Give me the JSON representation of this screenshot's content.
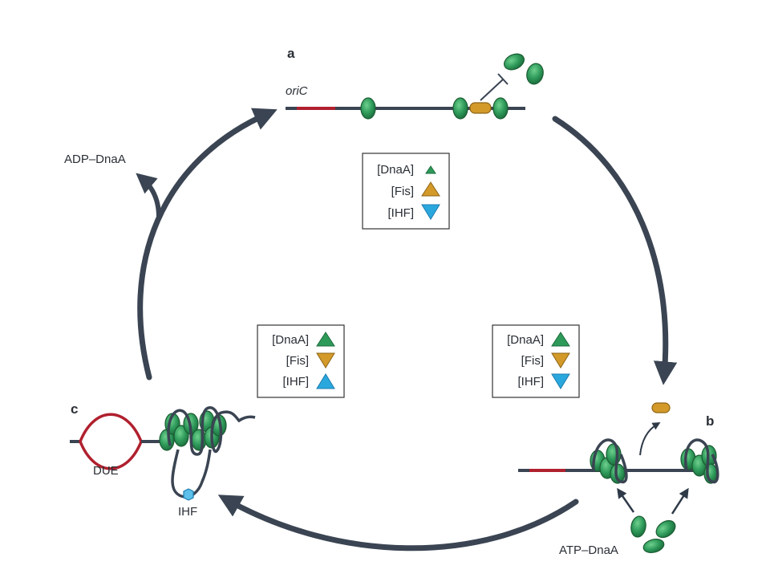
{
  "panels": {
    "a": {
      "letter": "a",
      "origin_label": "oriC"
    },
    "b": {
      "letter": "b",
      "protein_label": "ATP–DnaA"
    },
    "c": {
      "letter": "c",
      "due_label": "DUE",
      "ihf_label": "IHF"
    }
  },
  "release_label": "ADP–DnaA",
  "legends": {
    "a": {
      "rows": [
        {
          "label": "[DnaA]",
          "trend": "up-small",
          "color": "#2e9a5a"
        },
        {
          "label": "[Fis]",
          "trend": "up",
          "color": "#d39a2a"
        },
        {
          "label": "[IHF]",
          "trend": "down",
          "color": "#2aa8de"
        }
      ]
    },
    "b": {
      "rows": [
        {
          "label": "[DnaA]",
          "trend": "up",
          "color": "#2e9a5a"
        },
        {
          "label": "[Fis]",
          "trend": "down",
          "color": "#d39a2a"
        },
        {
          "label": "[IHF]",
          "trend": "down",
          "color": "#2aa8de"
        }
      ]
    },
    "c": {
      "rows": [
        {
          "label": "[DnaA]",
          "trend": "up",
          "color": "#2e9a5a"
        },
        {
          "label": "[Fis]",
          "trend": "down",
          "color": "#d39a2a"
        },
        {
          "label": "[IHF]",
          "trend": "up",
          "color": "#2aa8de"
        }
      ]
    }
  },
  "colors": {
    "dna": "#3a4452",
    "origin_region": "#b0202e",
    "dnaa_fill": "#2e9a5a",
    "fis_fill": "#d39a2a",
    "ihf_fill": "#5cc0ea",
    "legend_border": "#333333"
  }
}
